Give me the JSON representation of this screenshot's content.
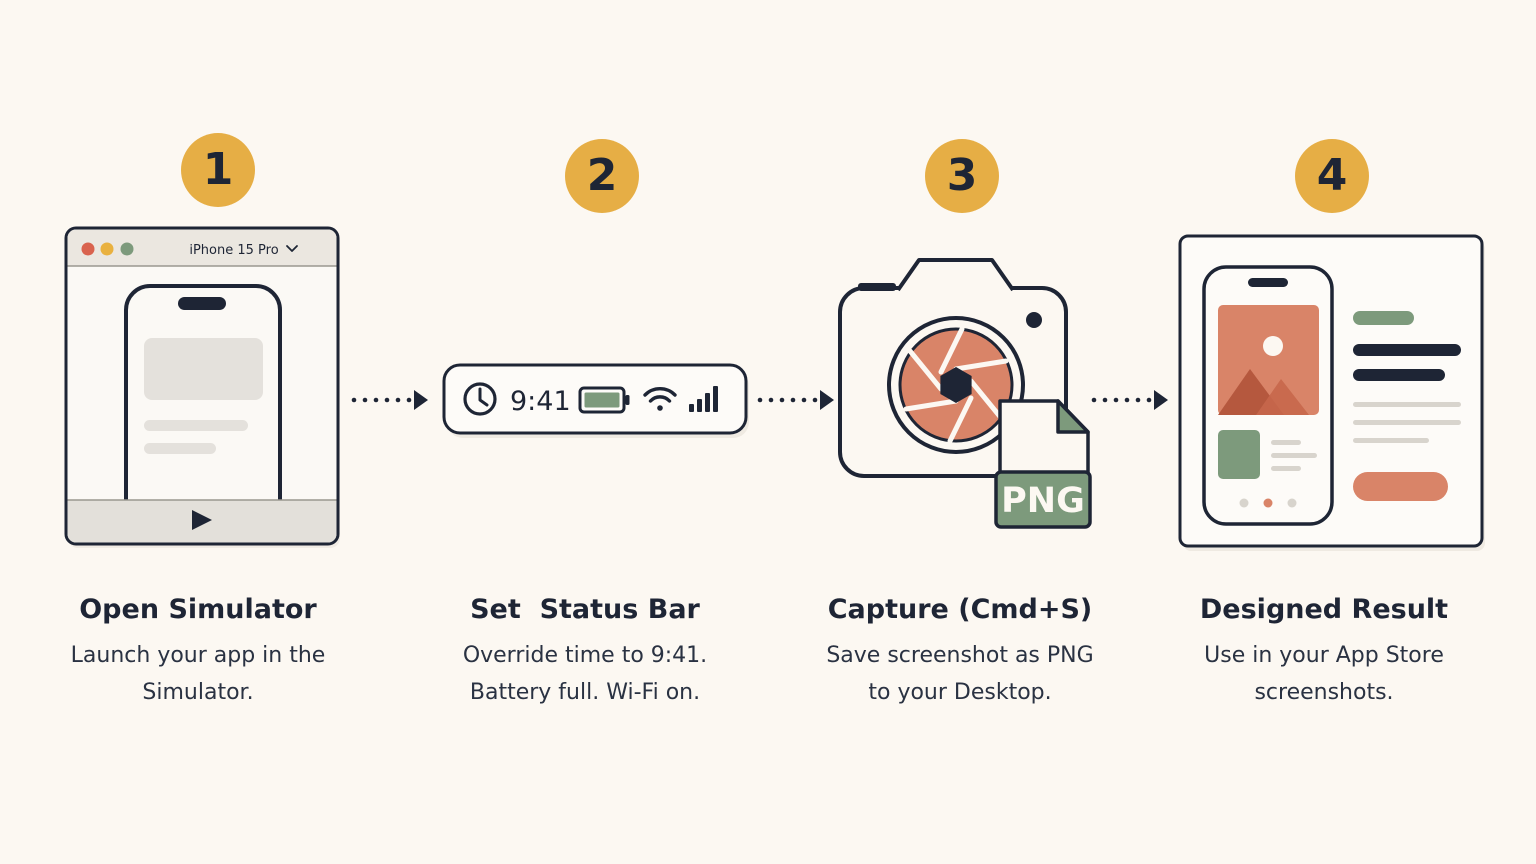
{
  "steps": [
    {
      "number": "1",
      "title": "Open Simulator",
      "desc_line1": "Launch your app in the",
      "desc_line2": "Simulator.",
      "device_label": "iPhone 15 Pro"
    },
    {
      "number": "2",
      "title": "Set  Status Bar",
      "desc_line1": "Override time to 9:41.",
      "desc_line2": "Battery full. Wi-Fi on.",
      "status_time": "9:41"
    },
    {
      "number": "3",
      "title": "Capture (Cmd+S)",
      "desc_line1": "Save screenshot as PNG",
      "desc_line2": "to your Desktop.",
      "file_label": "PNG"
    },
    {
      "number": "4",
      "title": "Designed Result",
      "desc_line1": "Use in your App Store",
      "desc_line2": "screenshots."
    }
  ],
  "icons": {
    "dropdown": "chevron-down-icon",
    "play": "play-icon",
    "clock": "clock-icon",
    "battery": "battery-icon",
    "wifi": "wifi-icon",
    "signal": "signal-icon",
    "camera": "camera-icon",
    "file": "png-file-icon",
    "image": "image-icon",
    "arrow": "dotted-arrow-icon"
  },
  "colors": {
    "background": "#fcf8f2",
    "accent_gold": "#e6ae45",
    "ink": "#1e2535",
    "terracotta": "#d98468",
    "sage": "#7d9a7c",
    "traffic_red": "#d9634e",
    "traffic_yellow": "#e9b13f",
    "traffic_green": "#7d9a7c"
  }
}
